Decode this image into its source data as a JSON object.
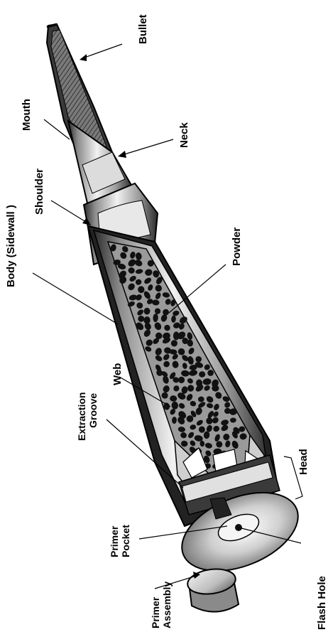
{
  "diagram": {
    "labels": {
      "bullet": "Bullet",
      "neck": "Neck",
      "mouth": "Mouth",
      "shoulder": "Shoulder",
      "body": "Body (Sidewall )",
      "powder": "Powder",
      "web": "Web",
      "extraction_groove_line1": "Extraction",
      "extraction_groove_line2": "Groove",
      "head": "Head",
      "primer_pocket_line1": "Primer",
      "primer_pocket_line2": "Pocket",
      "primer_assembly_line1": "Primer",
      "primer_assembly_line2": "Assembly",
      "flash_hole": "Flash Hole"
    },
    "colors": {
      "ink": "#000000",
      "casing_light": "#e6e6e6",
      "casing_mid": "#b0b0b0",
      "casing_dark": "#4a4a4a",
      "powder_bg": "#9a9a9a",
      "powder_grain": "#111111"
    }
  }
}
